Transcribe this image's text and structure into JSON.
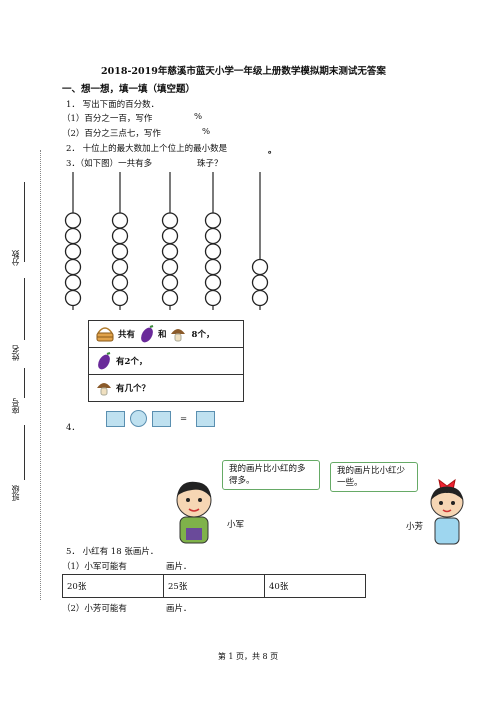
{
  "title": "2018-2019年慈溪市蓝天小学一年级上册数学模拟期末测试无答案",
  "section1": "一、想一想，填一填（填空题）",
  "q1": {
    "stem": "1．  写出下面的百分数．",
    "a": "（1）百分之一百，写作",
    "a_unit": "%",
    "b": "（2）百分之三点七，写作",
    "b_unit": "%"
  },
  "q2": {
    "stem": "2．  十位上的最大数加上个位上的最小数是",
    "end": "。"
  },
  "q3": {
    "stem": "3．（如下图）一共有多",
    "stem_end": "珠子？",
    "rods": [
      6,
      6,
      6,
      6,
      3
    ],
    "row1_a": "共有",
    "row1_b": "和",
    "row1_c": "8个，",
    "row2": "有2个，",
    "row3": "有几个？",
    "icon_basket": "basket-icon",
    "icon_eggplant": "eggplant-icon",
    "icon_mushroom": "mushroom-icon"
  },
  "q4": {
    "label": "4．",
    "eq": "="
  },
  "speech": {
    "left": "我的画片比小红的多得多。",
    "right": "我的画片比小红少一些。",
    "boy": "小军",
    "girl": "小芳"
  },
  "q5": {
    "stem": "5．  小红有 18 张画片．",
    "a": "（1）小军可能有",
    "a_end": "画片．",
    "options": [
      "20张",
      "25张",
      "40张"
    ],
    "b": "（2）小芳可能有",
    "b_end": "画片．"
  },
  "side": {
    "score": "分数",
    "name": "姓名",
    "id": "座号",
    "class": "班级"
  },
  "footer": "第 1 页，共 8 页",
  "colors": {
    "accent_blue": "#bfe1f0",
    "bubble_border": "#6a6"
  }
}
